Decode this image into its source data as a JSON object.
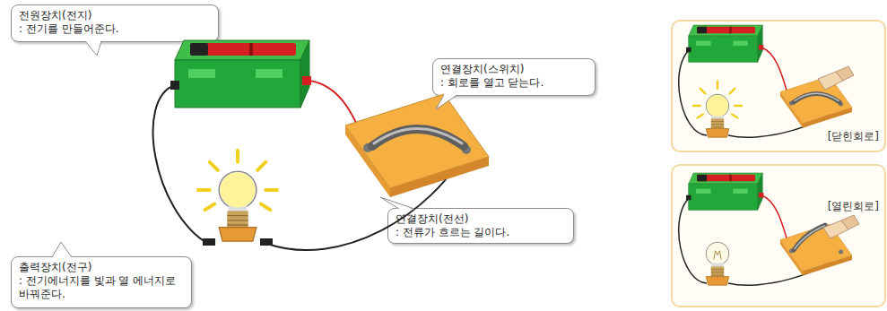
{
  "diagram": {
    "nodes": [
      {
        "text": [
          "전원장치(전지)",
          ": 전기를 만들어준다."
        ]
      },
      {
        "text": [
          "연결장치(스위치)",
          ": 회로를 열고 닫는다."
        ]
      },
      {
        "text": [
          "연결장치(전선)",
          ": 전류가 흐르는 길이다."
        ]
      },
      {
        "text": [
          "출력장치(전구)",
          ": 전기에너지를 빛과 열 에너지로 바꿔준다."
        ]
      },
      {
        "text": [
          "[닫힌회로]"
        ]
      },
      {
        "text": [
          "[열린회로]"
        ]
      }
    ]
  }
}
